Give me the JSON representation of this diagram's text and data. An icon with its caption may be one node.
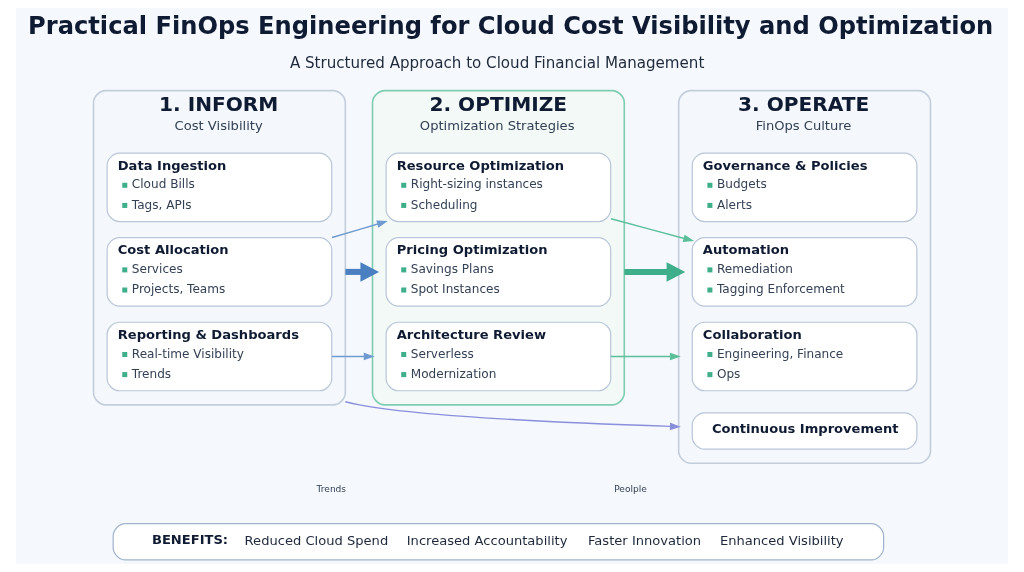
{
  "diagram": {
    "title": "Practical FinOps Engineering for Cloud Cost Visibility and Optimization",
    "nodes": [
      {
        "text": [
          "1. INFORM",
          "Cost Visibility"
        ]
      },
      {
        "text": [
          "Data Ingestion",
          "Cloud Bills",
          "Tags, APIs"
        ],
        "in": 0
      },
      {
        "text": [
          "Cost Allocation",
          "Services",
          "Projects, Teams"
        ],
        "in": 0
      },
      {
        "text": [
          "Reporting & Dashboards",
          "Real-time Visibility",
          "Trends"
        ],
        "in": 0
      },
      {
        "text": [
          "2. OPTIMIZE",
          "Optimization Strategies"
        ]
      },
      {
        "text": [
          "Resource Optimization",
          "Right-sizing instances",
          "Scheduling"
        ],
        "in": 4
      },
      {
        "text": [
          "Pricing Optimization",
          "Savings Plans",
          "Spot Instances"
        ],
        "in": 4
      },
      {
        "text": [
          "Architecture Review",
          "Serverless",
          "Modernization"
        ],
        "in": 4
      },
      {
        "text": [
          "3. OPERATE",
          "FinOps Culture"
        ]
      },
      {
        "text": [
          "Governance & Policies",
          "Budgets",
          "Alerts"
        ],
        "in": 8
      },
      {
        "text": [
          "Automation",
          "Remediation",
          "Tagging Enforcement"
        ],
        "in": 8
      },
      {
        "text": [
          "Collaboration",
          "Engineering, Finance",
          "Ops"
        ],
        "in": 8
      },
      {
        "text": [
          "Continuous Improvement"
        ],
        "in": 8
      },
      {
        "text": [
          "BENEFITS:",
          "Reduced Cloud Spend",
          "Increased Accountability",
          "Faster Innovation",
          "Enhanced Visibility"
        ]
      }
    ],
    "edges": [
      {
        "from": 0,
        "to": 4,
        "arrow": "to",
        "style": "thick",
        "color": "#4a7fc1"
      },
      {
        "from": 2,
        "to": 5,
        "arrow": "to",
        "color": "#6f9bd1"
      },
      {
        "from": 3,
        "to": 4,
        "arrow": "to",
        "color": "#6f9bd1"
      },
      {
        "from": 0,
        "to": 8,
        "arrow": "to",
        "color": "#8a8fdc"
      },
      {
        "from": 4,
        "to": 8,
        "arrow": "to",
        "style": "thick",
        "color": "#3fae8a"
      },
      {
        "from": 5,
        "to": 10,
        "arrow": "to",
        "color": "#5bbf9a"
      },
      {
        "from": 7,
        "to": 8,
        "arrow": "to",
        "color": "#5bbf9a"
      }
    ],
    "labels": [
      "A Structured Approach to Cloud Financial Management",
      "Trends",
      "Peolple"
    ]
  }
}
